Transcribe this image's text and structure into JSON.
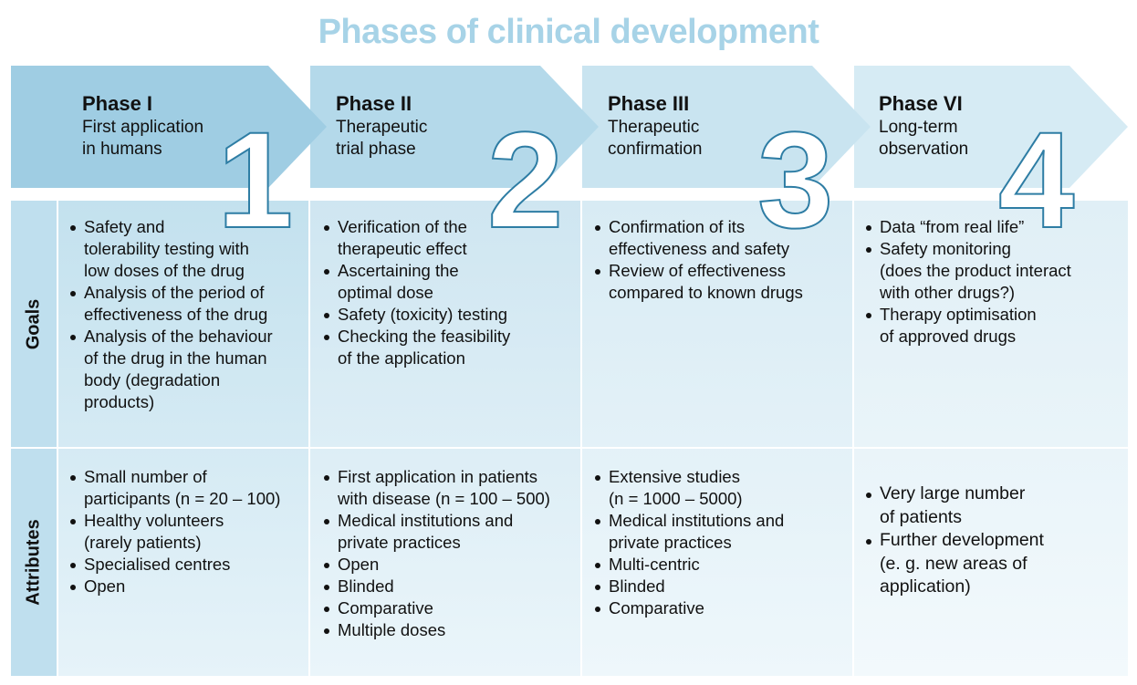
{
  "title": "Phases of clinical development",
  "colors": {
    "title": "#a7d3e7",
    "arrow1": "#9fcde3",
    "arrow2": "#b4d9ea",
    "arrow3": "#c9e4f0",
    "arrow4": "#d6ebf4",
    "number_stroke": "#2e7da4"
  },
  "row_labels": {
    "goals": "Goals",
    "attributes": "Attributes"
  },
  "phases": [
    {
      "name": "Phase I",
      "subtitle": "First application\nin humans",
      "number": "1",
      "goals": [
        "Safety and\ntolerability testing with\nlow doses of the drug",
        "Analysis of the period of\neffectiveness of the drug",
        "Analysis of the behaviour\nof the drug in the human\nbody (degradation\nproducts)"
      ],
      "attributes": [
        "Small number of\nparticipants (n = 20 – 100)",
        "Healthy volunteers\n(rarely patients)",
        "Specialised centres",
        "Open"
      ]
    },
    {
      "name": "Phase II",
      "subtitle": "Therapeutic\ntrial phase",
      "number": "2",
      "goals": [
        "Verification of the\ntherapeutic effect",
        "Ascertaining the\noptimal dose",
        "Safety (toxicity) testing",
        "Checking the feasibility\nof the application"
      ],
      "attributes": [
        "First application in patients\nwith disease (n = 100 – 500)",
        "Medical institutions and\nprivate practices",
        "Open",
        "Blinded",
        "Comparative",
        "Multiple doses"
      ]
    },
    {
      "name": "Phase III",
      "subtitle": "Therapeutic\nconfirmation",
      "number": "3",
      "goals": [
        "Confirmation of its\neffectiveness and safety",
        "Review of effectiveness\ncompared to known drugs"
      ],
      "attributes": [
        "Extensive studies\n(n = 1000 – 5000)",
        "Medical institutions and\nprivate practices",
        "Multi-centric",
        "Blinded",
        "Comparative"
      ]
    },
    {
      "name": "Phase VI",
      "subtitle": "Long-term\nobservation",
      "number": "4",
      "goals": [
        "Data “from real life”",
        "Safety monitoring\n(does the product interact\nwith other drugs?)",
        "Therapy optimisation\nof approved drugs"
      ],
      "attributes": [
        "Very large number\nof patients",
        "Further development\n(e. g. new areas of\napplication)"
      ]
    }
  ]
}
